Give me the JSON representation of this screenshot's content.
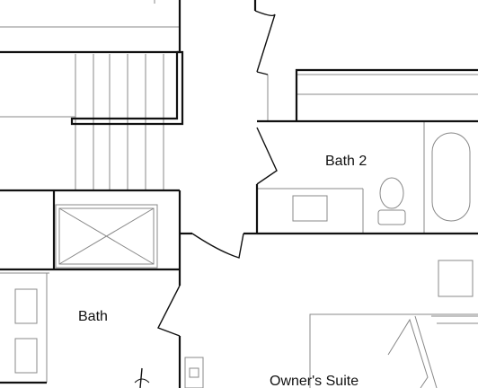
{
  "rooms": {
    "bath2": "Bath 2",
    "bath": "Bath",
    "owners_suite": "Owner's Suite"
  },
  "colors": {
    "wall": "#111111",
    "fixture": "#888888",
    "background": "#ffffff"
  }
}
